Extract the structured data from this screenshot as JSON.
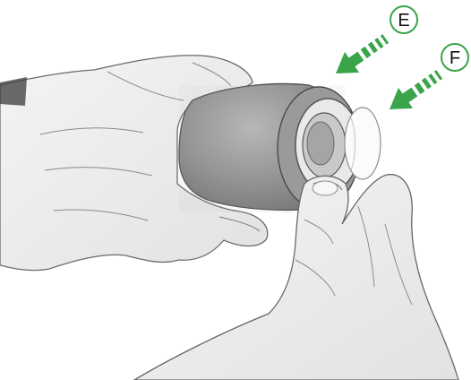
{
  "illustration": {
    "description_icon": "hands-holding-cylinder-illustration",
    "style": "pencil-sketch-grayscale"
  },
  "callouts": [
    {
      "label": "E",
      "icon": "arrow-icon"
    },
    {
      "label": "F",
      "icon": "arrow-icon"
    }
  ],
  "colors": {
    "arrow": "#3aa44a",
    "badge_stroke": "#3aa44a",
    "badge_fill": "#ffffff",
    "sketch_line": "#555555",
    "sketch_shadow": "#8a8a8a"
  }
}
